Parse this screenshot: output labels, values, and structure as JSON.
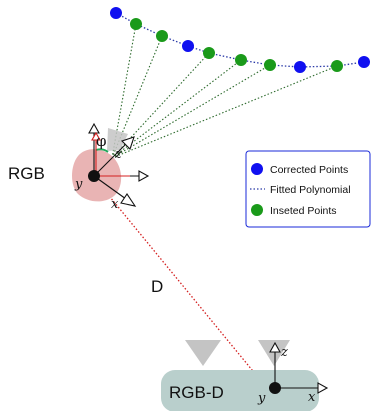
{
  "labels": {
    "rgb": "RGB",
    "rgbd": "RGB-D",
    "distance": "D",
    "angle": "φ"
  },
  "axes": {
    "rgb_y": "y",
    "rgb_x": "x",
    "rgb_z": "z",
    "rgbd_z": "z",
    "rgbd_y": "y",
    "rgbd_x": "x"
  },
  "legend": {
    "items": [
      {
        "label": "Corrected Points",
        "kind": "blue-dot"
      },
      {
        "label": "Fitted Polynomial",
        "kind": "dotted-line"
      },
      {
        "label": "Inseted Points",
        "kind": "green-dot"
      }
    ]
  },
  "colors": {
    "corrected": "#1010f0",
    "inserted": "#1a9a1a",
    "polynomial": "#2a3aa8",
    "rays": "#2e6b2e",
    "distance_line": "#d42020",
    "rgb_blob": "#e9b4b4",
    "rgbd_body": "#b9cfcc",
    "legend_border": "#1a2ad8"
  }
}
